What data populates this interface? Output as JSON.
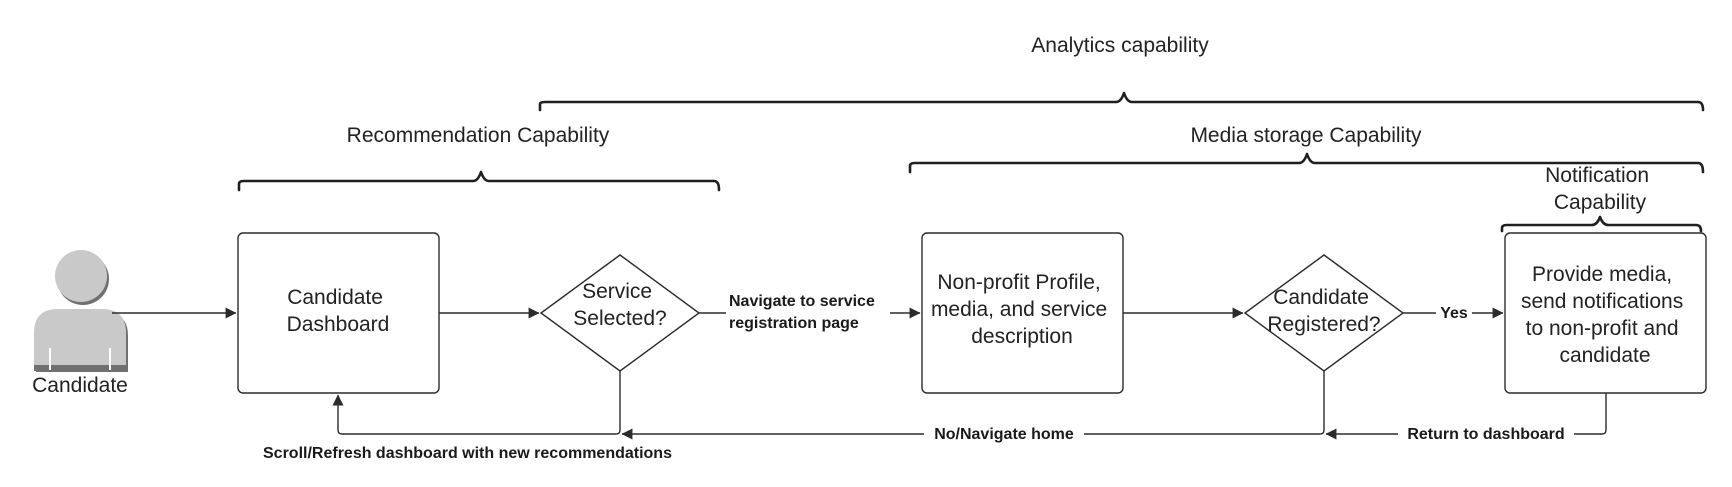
{
  "capabilities": {
    "analytics": "Analytics capability",
    "recommendation": "Recommendation Capability",
    "media_storage": "Media storage Capability",
    "notification": [
      "Notification",
      "Capability"
    ]
  },
  "actor": {
    "label": "Candidate"
  },
  "nodes": {
    "dashboard": [
      "Candidate",
      "Dashboard"
    ],
    "service_selected": [
      "Service",
      "Selected?"
    ],
    "nonprofit_profile": [
      "Non-profit Profile,",
      "media, and service",
      "description"
    ],
    "candidate_registered": [
      "Candidate",
      "Registered?"
    ],
    "provide_media": [
      "Provide media,",
      "send notifications",
      "to non-profit and",
      "candidate"
    ]
  },
  "edges": {
    "navigate": [
      "Navigate to service",
      "registration page"
    ],
    "yes": "Yes",
    "no_navigate_home": "No/Navigate home",
    "return_dashboard": "Return to dashboard",
    "scroll_refresh": "Scroll/Refresh dashboard with new recommendations"
  }
}
